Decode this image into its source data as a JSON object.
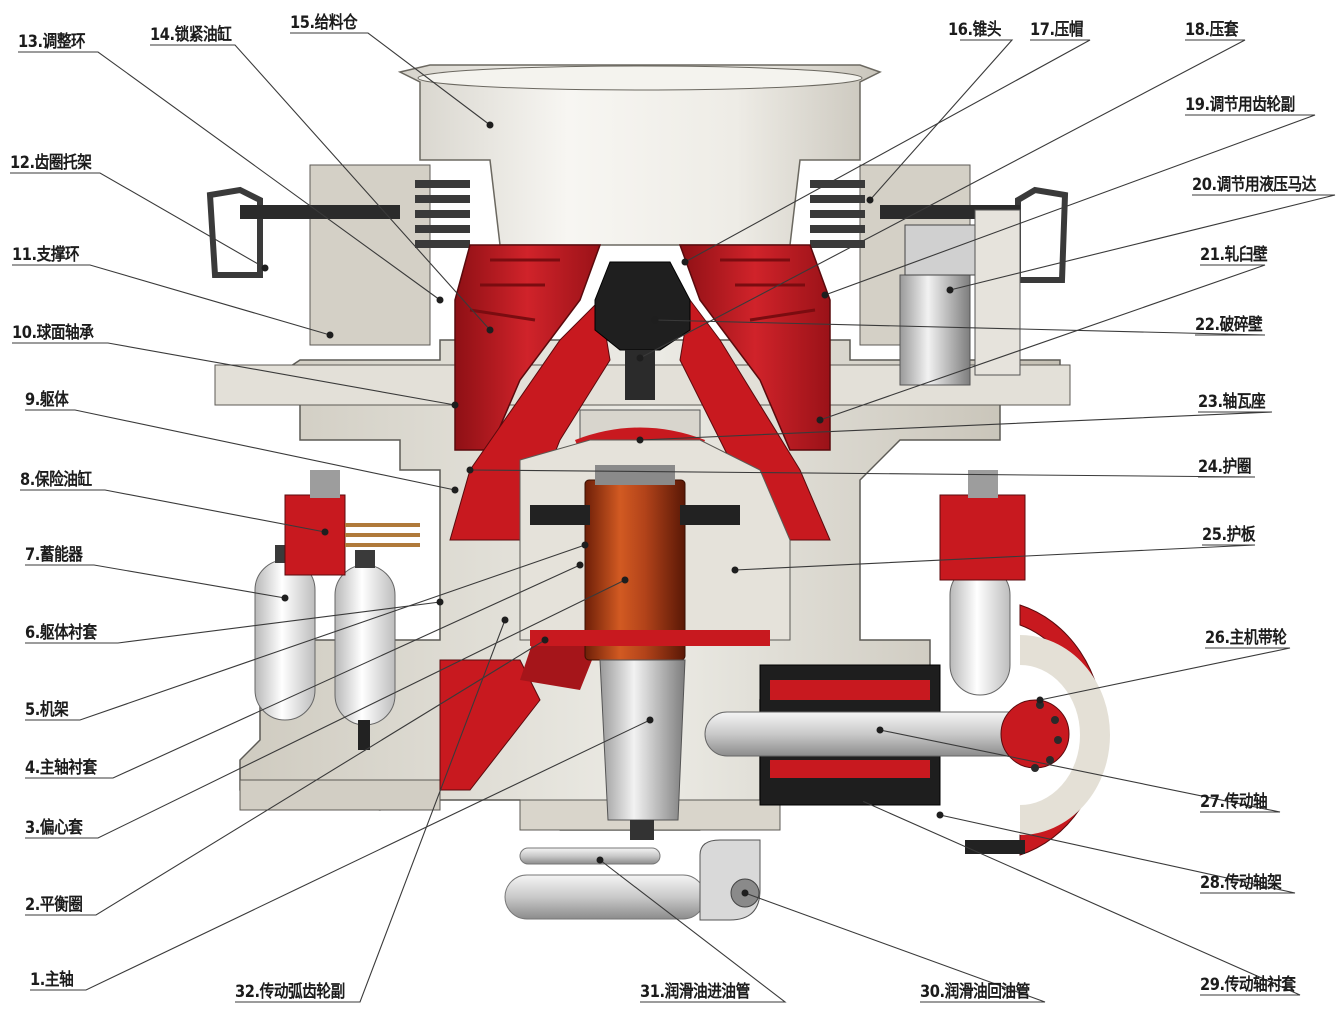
{
  "parts": [
    {
      "id": "p1",
      "number": "1",
      "name": "主轴"
    },
    {
      "id": "p2",
      "number": "2",
      "name": "平衡圈"
    },
    {
      "id": "p3",
      "number": "3",
      "name": "偏心套"
    },
    {
      "id": "p4",
      "number": "4",
      "name": "主轴衬套"
    },
    {
      "id": "p5",
      "number": "5",
      "name": "机架"
    },
    {
      "id": "p6",
      "number": "6",
      "name": "躯体衬套"
    },
    {
      "id": "p7",
      "number": "7",
      "name": "蓄能器"
    },
    {
      "id": "p8",
      "number": "8",
      "name": "保险油缸"
    },
    {
      "id": "p9",
      "number": "9",
      "name": "躯体"
    },
    {
      "id": "p10",
      "number": "10",
      "name": "球面轴承"
    },
    {
      "id": "p11",
      "number": "11",
      "name": "支撑环"
    },
    {
      "id": "p12",
      "number": "12",
      "name": "齿圈托架"
    },
    {
      "id": "p13",
      "number": "13",
      "name": "调整环"
    },
    {
      "id": "p14",
      "number": "14",
      "name": "锁紧油缸"
    },
    {
      "id": "p15",
      "number": "15",
      "name": "给料仓"
    },
    {
      "id": "p16",
      "number": "16",
      "name": "锥头"
    },
    {
      "id": "p17",
      "number": "17",
      "name": "压帽"
    },
    {
      "id": "p18",
      "number": "18",
      "name": "压套"
    },
    {
      "id": "p19",
      "number": "19",
      "name": "调节用齿轮副"
    },
    {
      "id": "p20",
      "number": "20",
      "name": "调节用液压马达"
    },
    {
      "id": "p21",
      "number": "21",
      "name": "轧臼壁"
    },
    {
      "id": "p22",
      "number": "22",
      "name": "破碎壁"
    },
    {
      "id": "p23",
      "number": "23",
      "name": "轴瓦座"
    },
    {
      "id": "p24",
      "number": "24",
      "name": "护圈"
    },
    {
      "id": "p25",
      "number": "25",
      "name": "护板"
    },
    {
      "id": "p26",
      "number": "26",
      "name": "主机带轮"
    },
    {
      "id": "p27",
      "number": "27",
      "name": "传动轴"
    },
    {
      "id": "p28",
      "number": "28",
      "name": "传动轴架"
    },
    {
      "id": "p29",
      "number": "29",
      "name": "传动轴衬套"
    },
    {
      "id": "p30",
      "number": "30",
      "name": "润滑油回油管"
    },
    {
      "id": "p31",
      "number": "31",
      "name": "润滑油进油管"
    },
    {
      "id": "p32",
      "number": "32",
      "name": "传动弧齿轮副"
    }
  ],
  "colors": {
    "red": "#c8191f",
    "dark_red": "#8e1015",
    "body": "#ddd9cf",
    "body_dark": "#b9b4a8",
    "steel": "#2b2b2b",
    "leader": "#3a3a3a",
    "copper": "#b84a1c"
  }
}
